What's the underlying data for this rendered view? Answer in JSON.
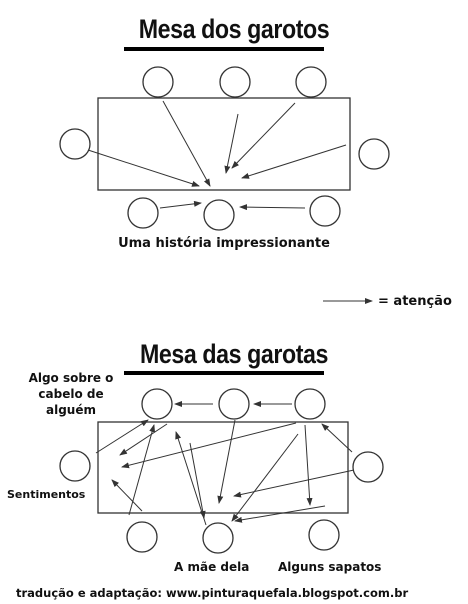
{
  "boys_table": {
    "title": "Mesa dos garotos",
    "caption": "Uma história impressionante"
  },
  "legend": {
    "label": "= atenção"
  },
  "girls_table": {
    "title": "Mesa das garotas",
    "label_hair": "Algo sobre o cabelo de alguém",
    "label_feelings": "Sentimentos",
    "label_mother": "A mãe dela",
    "label_shoes": "Alguns sapatos"
  },
  "footer": "tradução e adaptação:  www.pinturaquefala.blogspot.com.br"
}
